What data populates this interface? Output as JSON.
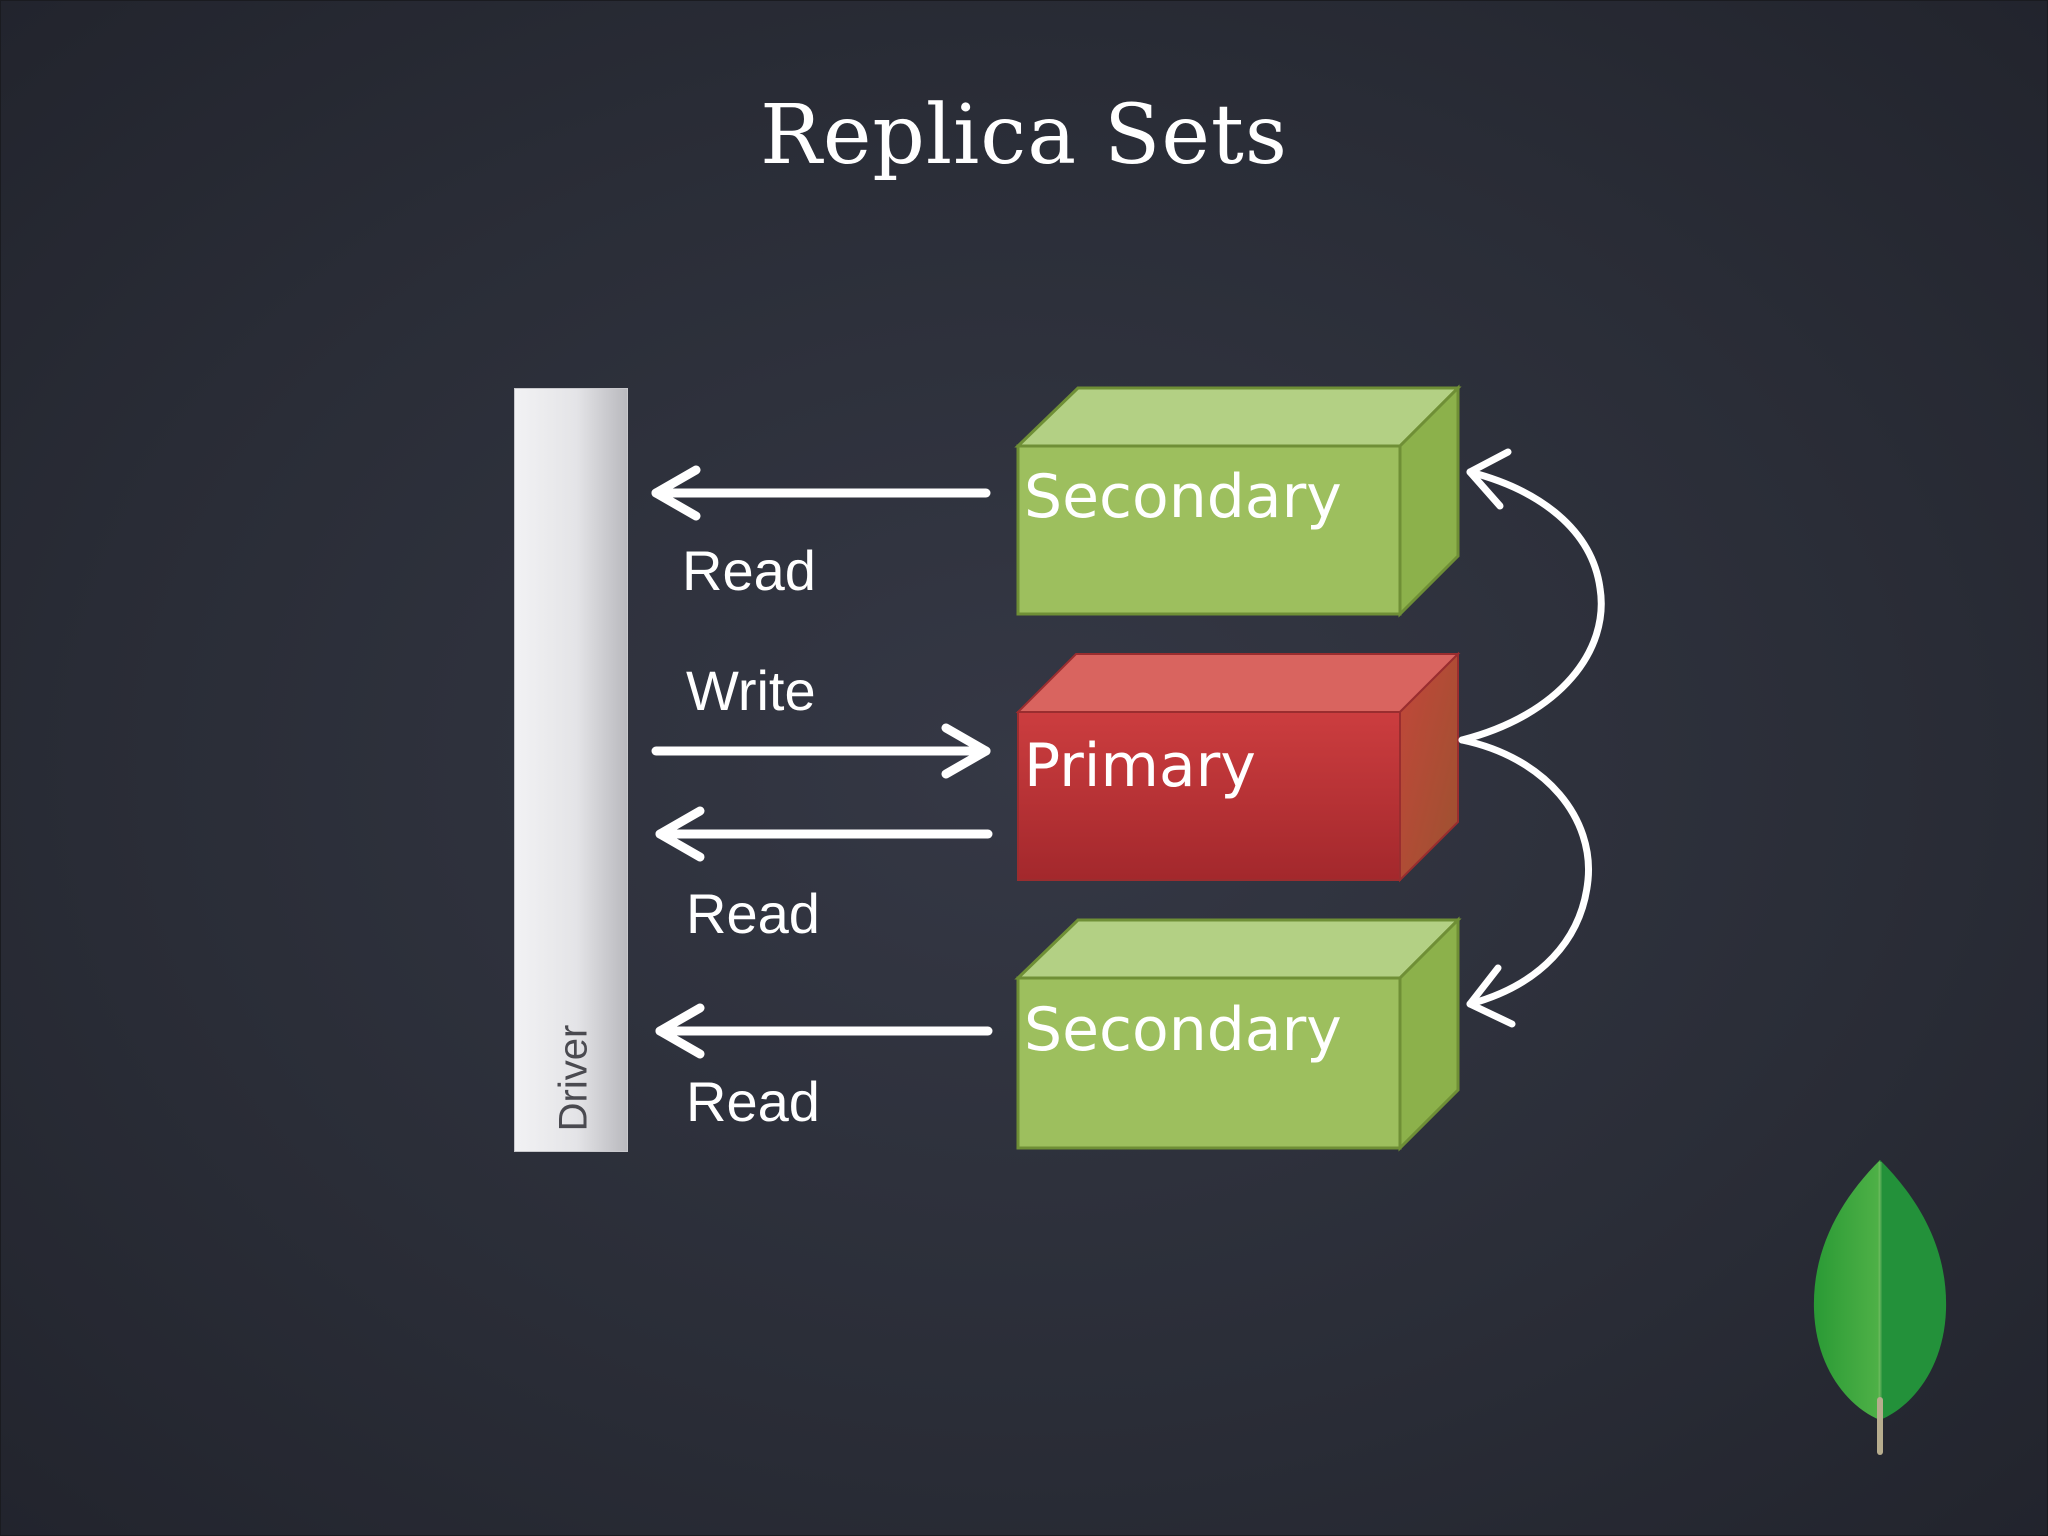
{
  "title": "Replica Sets",
  "driver": {
    "label": "Driver"
  },
  "nodes": {
    "secondary_top": {
      "label": "Secondary",
      "role": "secondary",
      "color": "#9bbf5a"
    },
    "primary": {
      "label": "Primary",
      "role": "primary",
      "color": "#c0373a"
    },
    "secondary_bottom": {
      "label": "Secondary",
      "role": "secondary",
      "color": "#9bbf5a"
    }
  },
  "edges": {
    "read_top": {
      "label": "Read",
      "from": "secondary_top",
      "to": "driver"
    },
    "write": {
      "label": "Write",
      "from": "driver",
      "to": "primary"
    },
    "read_primary": {
      "label": "Read",
      "from": "primary",
      "to": "driver"
    },
    "read_bottom": {
      "label": "Read",
      "from": "secondary_bottom",
      "to": "driver"
    },
    "replicate_top": {
      "from": "primary",
      "to": "secondary_top"
    },
    "replicate_bottom": {
      "from": "primary",
      "to": "secondary_bottom"
    }
  },
  "logo": {
    "icon": "mongodb-leaf-icon",
    "color": "#3fa037"
  }
}
